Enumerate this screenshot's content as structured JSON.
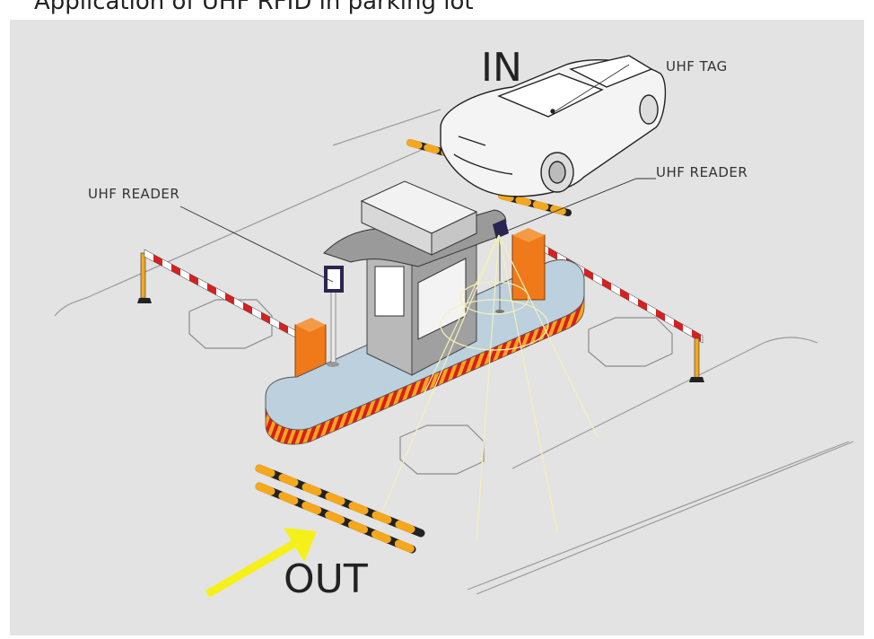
{
  "caption": "Application of UHF RFID in parking lot",
  "labels": {
    "in": "IN",
    "out": "OUT",
    "uhf_tag": "UHF TAG",
    "uhf_reader_right": "UHF READER",
    "uhf_reader_left": "UHF READER"
  },
  "colors": {
    "background": "#e3e3e3",
    "barrier_orange": "#f07a1a",
    "hazard_red": "#d81e1e",
    "hazard_yellow": "#f5a81c",
    "arrow_yellow": "#f6f01a",
    "reader_dark": "#2a2550"
  }
}
